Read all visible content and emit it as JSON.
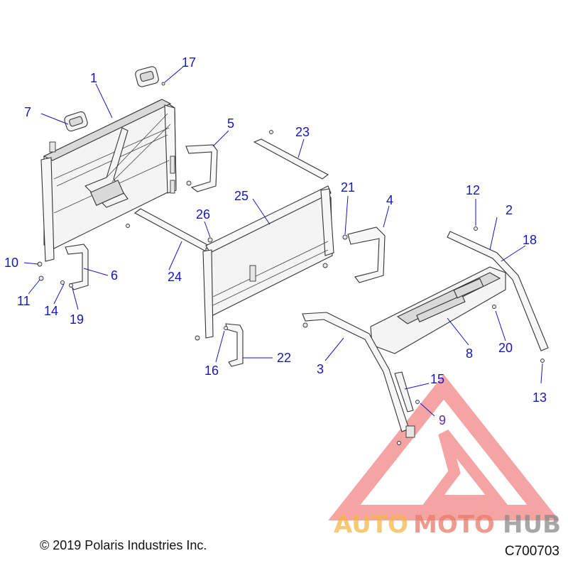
{
  "callouts": [
    {
      "id": "c1",
      "label": "1"
    },
    {
      "id": "c2",
      "label": "2"
    },
    {
      "id": "c3",
      "label": "3"
    },
    {
      "id": "c4",
      "label": "4"
    },
    {
      "id": "c5",
      "label": "5"
    },
    {
      "id": "c6",
      "label": "6"
    },
    {
      "id": "c7",
      "label": "7"
    },
    {
      "id": "c8",
      "label": "8"
    },
    {
      "id": "c9",
      "label": "9"
    },
    {
      "id": "c10",
      "label": "10"
    },
    {
      "id": "c11",
      "label": "11"
    },
    {
      "id": "c12",
      "label": "12"
    },
    {
      "id": "c13",
      "label": "13"
    },
    {
      "id": "c14",
      "label": "14"
    },
    {
      "id": "c15",
      "label": "15"
    },
    {
      "id": "c16",
      "label": "16"
    },
    {
      "id": "c17",
      "label": "17"
    },
    {
      "id": "c18",
      "label": "18"
    },
    {
      "id": "c19",
      "label": "19"
    },
    {
      "id": "c20",
      "label": "20"
    },
    {
      "id": "c21",
      "label": "21"
    },
    {
      "id": "c22",
      "label": "22"
    },
    {
      "id": "c23",
      "label": "23"
    },
    {
      "id": "c24",
      "label": "24"
    },
    {
      "id": "c25",
      "label": "25"
    },
    {
      "id": "c26",
      "label": "26"
    }
  ],
  "copyright": "© 2019 Polaris Industries Inc.",
  "figure_id": "C700703",
  "watermark": {
    "word_1": "AUTO",
    "word_2": "MOTO",
    "word_3": "HUB",
    "colors": {
      "auto": "#f3b74a",
      "moto": "#e97a6a",
      "hub": "#8a8a8a",
      "triangle": "#ee5a5a"
    }
  },
  "colors": {
    "callout": "#1515c8",
    "callout_alt": "#5a2ea6",
    "line": "#333333"
  }
}
